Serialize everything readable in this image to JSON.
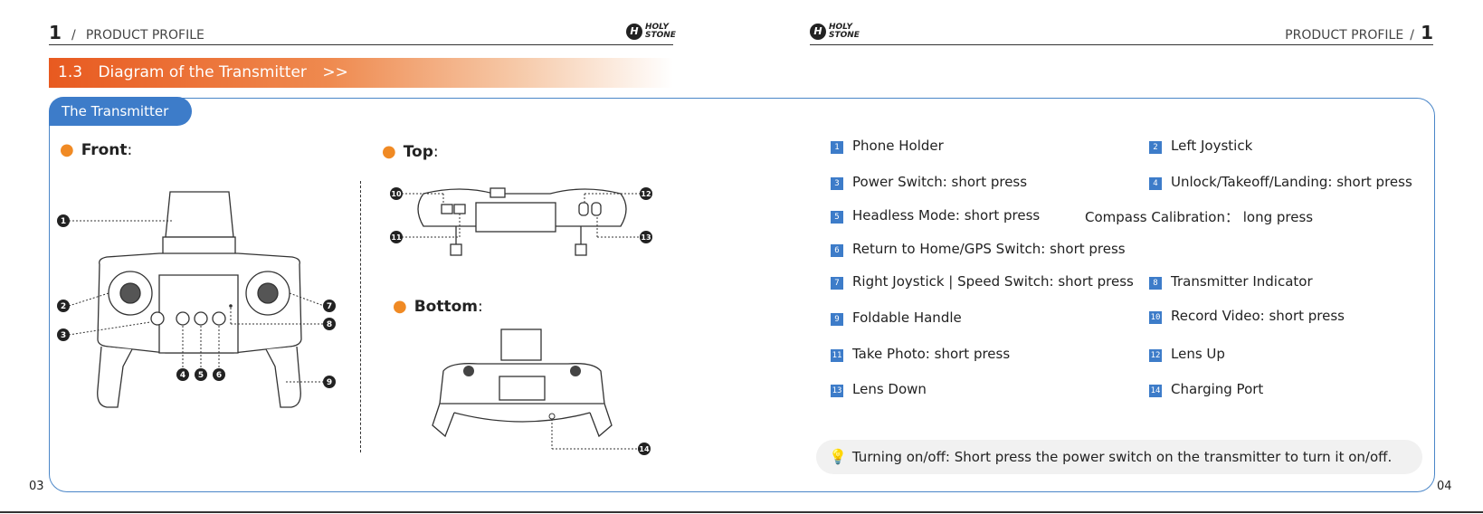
{
  "header_left": {
    "chapter_num": "1",
    "separator": "/",
    "title": "PRODUCT PROFILE"
  },
  "header_right": {
    "title": "PRODUCT PROFILE",
    "separator": "/",
    "chapter_num": "1"
  },
  "logo": {
    "mark": "H",
    "line1": "HOLY",
    "line2": "STONE"
  },
  "section_banner": {
    "number": "1.3",
    "title": "Diagram of the Transmitter",
    "arrows": ">>"
  },
  "panel_tab": "The Transmitter",
  "views": {
    "front": "Front",
    "top": "Top",
    "bottom": "Bottom",
    "colon": ":"
  },
  "callouts_front": [
    "1",
    "2",
    "3",
    "4",
    "5",
    "6",
    "7",
    "8",
    "9"
  ],
  "callouts_top": [
    "10",
    "11",
    "12",
    "13"
  ],
  "callouts_bottom": [
    "14"
  ],
  "legend": [
    {
      "num": "1",
      "text": "Phone Holder"
    },
    {
      "num": "2",
      "text": "Left Joystick"
    },
    {
      "num": "3",
      "text": "Power Switch: short press"
    },
    {
      "num": "4",
      "text": "Unlock/Takeoff/Landing: short press"
    },
    {
      "num": "5",
      "text": "Headless Mode: short press"
    },
    {
      "num": "",
      "text": "Compass Calibration： long press"
    },
    {
      "num": "6",
      "text": "Return to Home/GPS Switch: short press"
    },
    {
      "num": "7",
      "text": "Right Joystick | Speed Switch: short press"
    },
    {
      "num": "8",
      "text": "Transmitter Indicator"
    },
    {
      "num": "9",
      "text": "Foldable Handle"
    },
    {
      "num": "10",
      "text": "Record Video: short press"
    },
    {
      "num": "11",
      "text": "Take Photo: short press"
    },
    {
      "num": "12",
      "text": "Lens Up"
    },
    {
      "num": "13",
      "text": "Lens Down"
    },
    {
      "num": "14",
      "text": "Charging Port"
    }
  ],
  "tip": {
    "icon": "lightbulb-icon",
    "text": "Turning on/off: Short press the power switch on the transmitter to turn it on/off."
  },
  "page_left": "03",
  "page_right": "04",
  "colors": {
    "accent_orange": "#e85a20",
    "accent_blue": "#3d7cc9",
    "bullet": "#f08a24"
  }
}
